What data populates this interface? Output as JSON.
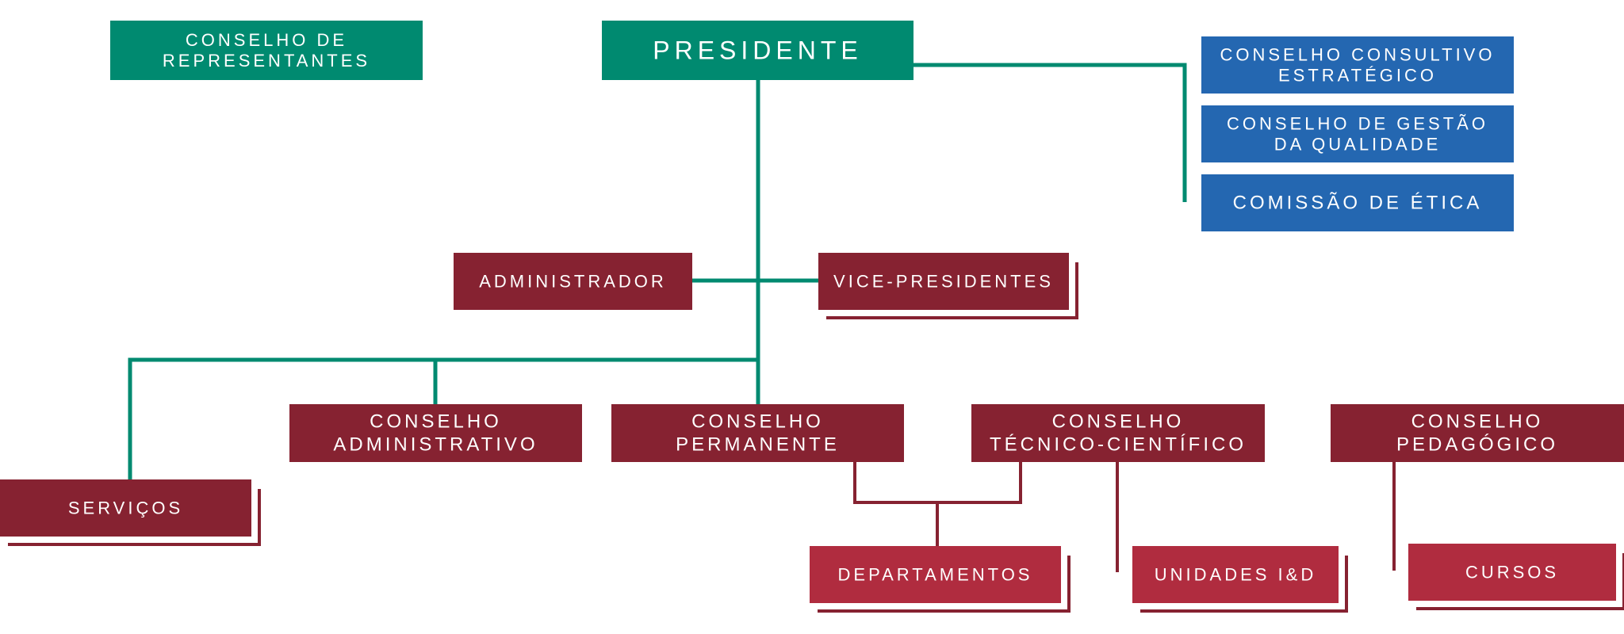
{
  "colors": {
    "green": "#008a70",
    "blue": "#2467b1",
    "maroon": "#862231",
    "red": "#b02c3f",
    "text": "#ffffff"
  },
  "nodes": {
    "conselho_representantes": [
      "CONSELHO DE",
      "REPRESENTANTES"
    ],
    "presidente": [
      "PRESIDENTE"
    ],
    "conselho_consultivo": [
      "CONSELHO CONSULTIVO",
      "ESTRATÉGICO"
    ],
    "conselho_gestao": [
      "CONSELHO DE GESTÃO",
      "DA QUALIDADE"
    ],
    "comissao_etica": [
      "COMISSÃO DE ÉTICA"
    ],
    "administrador": [
      "ADMINISTRADOR"
    ],
    "vice_presidentes": [
      "VICE-PRESIDENTES"
    ],
    "conselho_administrativo": [
      "CONSELHO",
      "ADMINISTRATIVO"
    ],
    "conselho_permanente": [
      "CONSELHO",
      "PERMANENTE"
    ],
    "conselho_tecnico": [
      "CONSELHO",
      "TÉCNICO-CIENTÍFICO"
    ],
    "conselho_pedagogico": [
      "CONSELHO",
      "PEDAGÓGICO"
    ],
    "servicos": [
      "SERVIÇOS"
    ],
    "departamentos": [
      "DEPARTAMENTOS"
    ],
    "unidades": [
      "UNIDADES I&D"
    ],
    "cursos": [
      "CURSOS"
    ]
  }
}
